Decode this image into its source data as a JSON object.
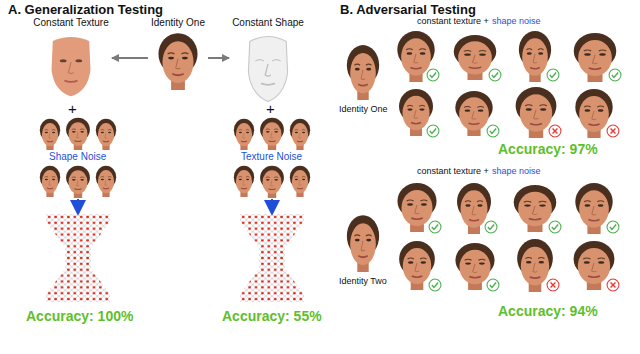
{
  "diagram": {
    "nodes": [
      {
        "text": [
          "Constant Texture"
        ]
      },
      {
        "text": [
          "Identity One"
        ]
      },
      {
        "text": [
          "Constant Shape"
        ]
      }
    ],
    "edges": [
      {
        "from": 1,
        "to": 0,
        "arrow": "to"
      },
      {
        "from": 1,
        "to": 2,
        "arrow": "to"
      }
    ],
    "labels": [
      "A. Generalization Testing",
      "+",
      "+",
      "Shape Noise",
      "Texture Noise",
      "Accuracy: 100%",
      "Accuracy: 55%",
      "B. Adversarial Testing",
      "constant texture +",
      "shape noise",
      "Identity One",
      "Accuracy: 97%",
      "constant texture +",
      "shape noise",
      "Identity Two",
      "Accuracy: 94%"
    ]
  }
}
